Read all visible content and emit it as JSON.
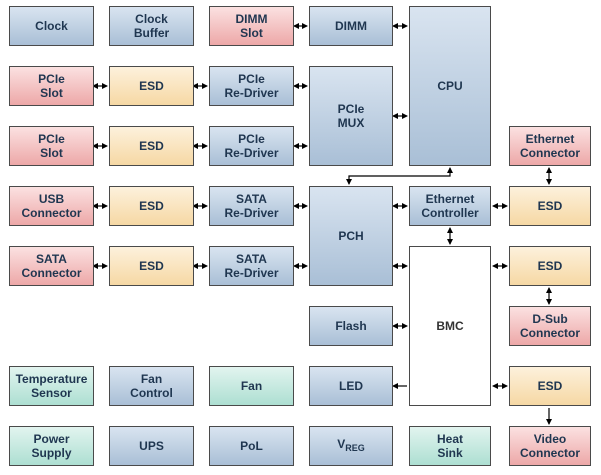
{
  "blocks": {
    "clock": "Clock",
    "clock_buffer": "Clock\nBuffer",
    "dimm_slot": "DIMM\nSlot",
    "dimm": "DIMM",
    "cpu": "CPU",
    "pcie_slot_1": "PCIe\nSlot",
    "esd_pcie_1": "ESD",
    "pcie_redriver_1": "PCIe\nRe-Driver",
    "pcie_mux": "PCIe\nMUX",
    "pcie_slot_2": "PCIe\nSlot",
    "esd_pcie_2": "ESD",
    "pcie_redriver_2": "PCIe\nRe-Driver",
    "ethernet_connector": "Ethernet\nConnector",
    "usb_connector": "USB\nConnector",
    "esd_usb": "ESD",
    "sata_redriver_1": "SATA\nRe-Driver",
    "pch": "PCH",
    "ethernet_controller": "Ethernet\nController",
    "esd_ethernet": "ESD",
    "sata_connector": "SATA\nConnector",
    "esd_sata": "ESD",
    "sata_redriver_2": "SATA\nRe-Driver",
    "bmc": "BMC",
    "esd_dsub": "ESD",
    "flash": "Flash",
    "dsub_connector": "D-Sub\nConnector",
    "temperature_sensor": "Temperature\nSensor",
    "fan_control": "Fan\nControl",
    "fan": "Fan",
    "led": "LED",
    "esd_video": "ESD",
    "power_supply": "Power\nSupply",
    "ups": "UPS",
    "pol": "PoL",
    "vreg_main": "V",
    "vreg_sub": "REG",
    "heat_sink": "Heat\nSink",
    "video_connector": "Video\nConnector"
  },
  "colors": {
    "line": "#000000",
    "text": "#1f3650",
    "border": "#4a4a4a"
  }
}
